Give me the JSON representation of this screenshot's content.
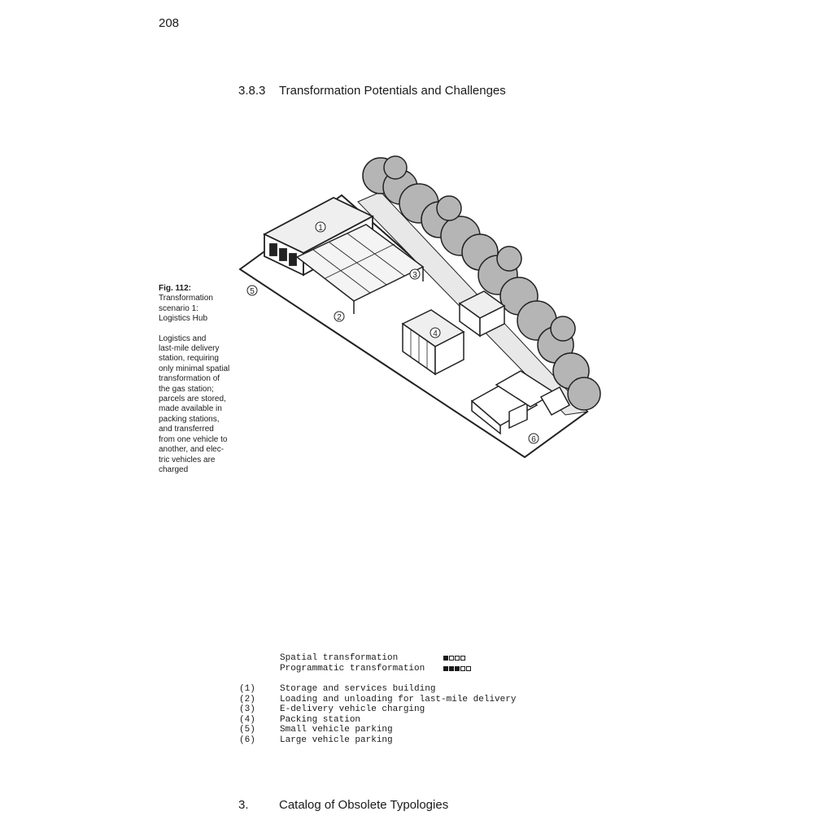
{
  "page_number": "208",
  "section": {
    "number": "3.8.3",
    "title": "Transformation Potentials and Challenges"
  },
  "figure": {
    "label": "Fig. 112:",
    "title_lines": [
      "Transformation",
      "scenario 1:",
      "Logistics Hub"
    ],
    "description_lines": [
      "Logistics and",
      "last-mile delivery",
      "station, requiring",
      "only minimal spatial",
      "transformation of",
      "the gas station;",
      "parcels are stored,",
      "made available in",
      "packing stations,",
      "and transferred",
      "from one vehicle to",
      "another, and elec-",
      "tric vehicles are",
      "charged"
    ],
    "markers": [
      "1",
      "2",
      "3",
      "4",
      "5",
      "6"
    ]
  },
  "ratings": [
    {
      "label": "Spatial transformation",
      "score": 1,
      "max": 4
    },
    {
      "label": "Programmatic transformation",
      "score": 3,
      "max": 5
    }
  ],
  "legend": [
    {
      "key": "(1)",
      "text": "Storage and services building"
    },
    {
      "key": "(2)",
      "text": "Loading and unloading for last-mile delivery"
    },
    {
      "key": "(3)",
      "text": "E-delivery vehicle charging"
    },
    {
      "key": "(4)",
      "text": "Packing station"
    },
    {
      "key": "(5)",
      "text": "Small vehicle parking"
    },
    {
      "key": "(6)",
      "text": "Large vehicle parking"
    }
  ],
  "footer": {
    "number": "3.",
    "title": "Catalog of Obsolete Typologies"
  }
}
